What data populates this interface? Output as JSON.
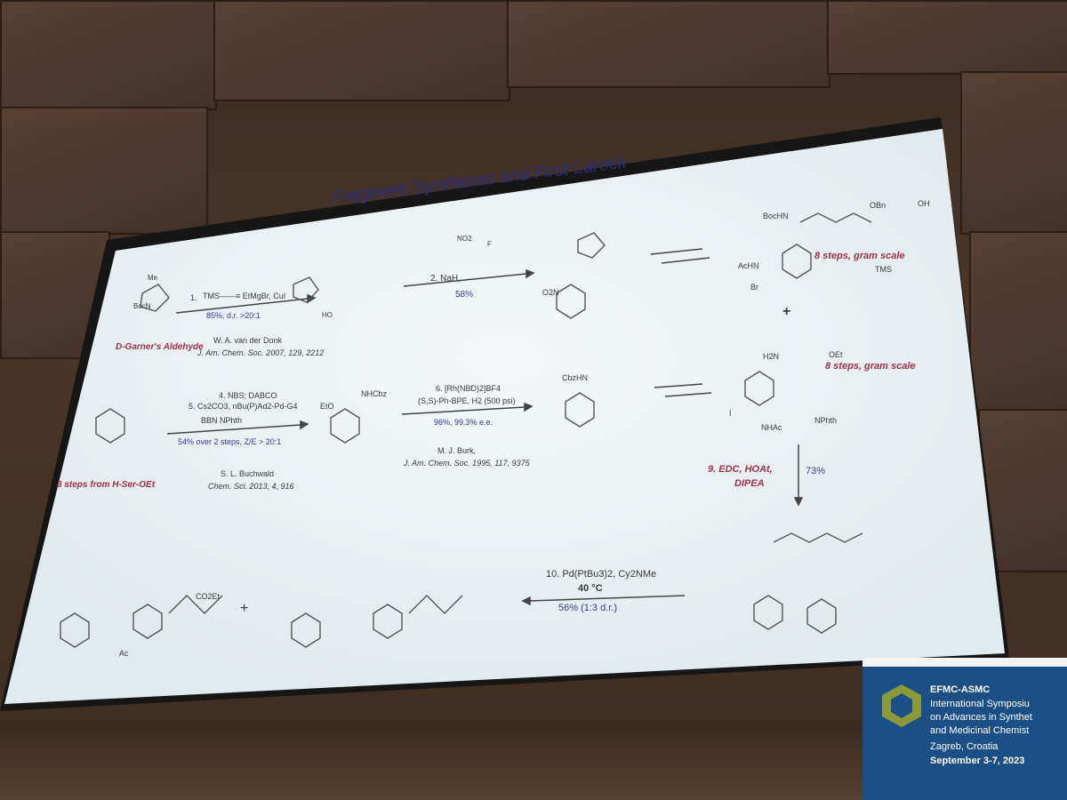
{
  "slide": {
    "title": "Fragment Syntheses and First Larock",
    "row1": {
      "start_label": "D-Garner's Aldehyde",
      "step1": "1.",
      "step1_reagents": "TMS——≡  EtMgBr, CuI",
      "step1_yield": "85%, d.r. >20:1",
      "ref1_author": "W. A. van der Donk",
      "ref1_journal": "J. Am. Chem. Soc. 2007, 129, 2212",
      "step2": "2. NaH,",
      "step2_yield": "58%",
      "product_label": "8 steps, gram scale",
      "plus": "+"
    },
    "row2": {
      "start_label": "3 steps from H-Ser-OEt",
      "step4": "4. NBS; DABCO",
      "step5": "5. Cs2CO3, nBu(P)Ad2-Pd-G4",
      "step5_reagent": "BBN        NPhth",
      "step45_yield": "54% over 2 steps, Z/E > 20:1",
      "ref2_author": "S. L. Buchwald",
      "ref2_journal": "Chem. Sci. 2013, 4, 916",
      "step6": "6. [Rh(NBD)2]BF4",
      "step6_ligand": "(S,S)-Ph-BPE, H2 (500 psi)",
      "step6_yield": "96%, 99.3% e.e.",
      "ref3_author": "M. J. Burk,",
      "ref3_journal": "J. Am. Chem. Soc. 1995, 117, 9375",
      "product_label": "8 steps, gram scale"
    },
    "row3": {
      "step9": "9. EDC, HOAt,",
      "step9b": "DIPEA",
      "step9_yield": "73%",
      "step10": "10. Pd(PtBu3)2, Cy2NMe",
      "step10_temp": "40 °C",
      "step10_yield": "56% (1:3 d.r.)",
      "plus": "+"
    },
    "labels": {
      "obn": "OBn",
      "bochn": "BocHN",
      "acHN": "AcHN",
      "br": "Br",
      "tms": "TMS",
      "h2n": "H2N",
      "oet": "OEt",
      "nphth": "NPhth",
      "nhac": "NHAc",
      "i": "I",
      "cbzhn": "CbzHN",
      "o2n": "O2N",
      "oh": "OH",
      "co2et": "CO2Et",
      "ac": "Ac",
      "eto": "EtO",
      "nhcbz": "NHCbz",
      "me": "Me",
      "bocn": "BocN",
      "ho": "HO",
      "no2": "NO2",
      "f": "F"
    }
  },
  "sign": {
    "brand": "EFMC-ASMC",
    "line1": "International Symposiu",
    "line2": "on Advances in Synthet",
    "line3": "and Medicinal Chemist",
    "location": "Zagreb, Croatia",
    "dates": "September 3-7, 2023"
  },
  "colors": {
    "slide_bg": "#eef4f6",
    "title": "#2a2e7a",
    "highlight_red": "#a0324a",
    "yield_blue": "#3a3aa8",
    "wall": "#4a3629",
    "sign_blue": "#1d4f87"
  }
}
